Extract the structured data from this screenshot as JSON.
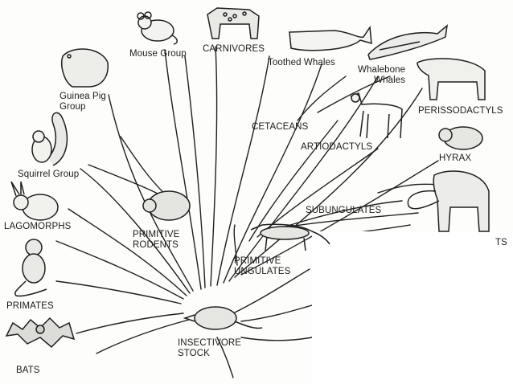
{
  "diagram": {
    "labels": {
      "mouse_group": "Mouse Group",
      "carnivores": "CARNIVORES",
      "toothed_whales": "Toothed Whales",
      "whalebone_whales": "Whalebone\nWhales",
      "guinea_pig_group": "Guinea Pig\nGroup",
      "perissodactyls": "PERISSODACTYLS",
      "cetaceans": "CETACEANS",
      "artiodactyls": "ARTIODACTYLS",
      "hyrax": "HYRAX",
      "squirrel_group": "Squirrel Group",
      "subungulates": "SUBUNGULATES",
      "lagomorphs": "LAGOMORPHS",
      "primitive_rodents": "PRIMITIVE\nRODENTS",
      "primitive_ungulates": "PRIMITIVE\nUNGULATES",
      "proboscideans_fragment": "TS",
      "primates": "PRIMATES",
      "insectivore_stock": "INSECTIVORE\nSTOCK",
      "bats": "BATS"
    },
    "ink_color": "#1f1f1f",
    "background_color": "#fdfdfc"
  }
}
